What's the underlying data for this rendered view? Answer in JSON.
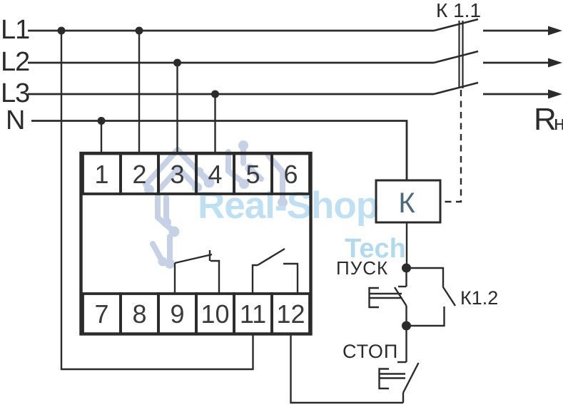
{
  "watermark": {
    "brand": "Real-Shop",
    "sub_brand": "Tech"
  },
  "colors": {
    "line": "#2b2b2b",
    "coil_letter": "#4a6b7d",
    "watermark_text": "#b9ddf1",
    "watermark_tech": "#a9d6ee",
    "watermark_logo": "#b7c3de"
  },
  "labels": {
    "phase_1": "L1",
    "phase_2": "L2",
    "phase_3": "L3",
    "neutral": "N",
    "main_contact": "К 1.1",
    "load": "R",
    "load_sub": "н",
    "coil": "К",
    "start_button": "ПУСК",
    "latch_contact": "К1.2",
    "stop_button": "СТОП"
  },
  "terminals": {
    "top": [
      "1",
      "2",
      "3",
      "4",
      "5",
      "6"
    ],
    "bottom": [
      "7",
      "8",
      "9",
      "10",
      "11",
      "12"
    ]
  }
}
